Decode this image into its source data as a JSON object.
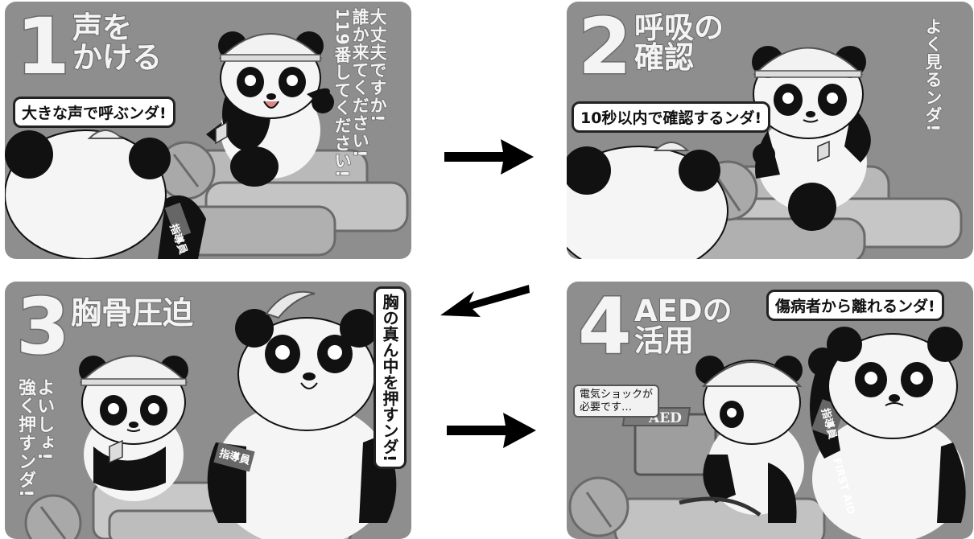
{
  "panels": [
    {
      "number": "1",
      "title": "声を\nかける",
      "bubble": "大きな声で呼ぶンダ!",
      "vertical_text": "大丈夫ですか!\n誰か来てください!\n119番してください!",
      "armband": "指導員"
    },
    {
      "number": "2",
      "title": "呼吸の\n確認",
      "bubble": "10秒以内で確認するンダ!",
      "vertical_text": "よく見るンダ!"
    },
    {
      "number": "3",
      "title": "胸骨圧迫",
      "vertical_bubble": "胸の真ん中を押すンダ!",
      "vertical_text": "よいしょ!\n強く押すンダ!",
      "armband": "指導員"
    },
    {
      "number": "4",
      "title": "AEDの\n活用",
      "bubble": "傷病者から離れるンダ!",
      "small_bubble": "電気ショックが\n必要です…",
      "aed_label": "AED",
      "armband": "指導員",
      "armband2": "FIRST AID"
    }
  ],
  "colors": {
    "panel_bg": "#8e8e8e",
    "panda_black": "#111111",
    "panda_white": "#f5f5f5",
    "arrow": "#000000"
  },
  "icons": {
    "arrows": [
      "arrow-right-icon",
      "arrow-down-left-icon",
      "arrow-right-icon"
    ]
  }
}
